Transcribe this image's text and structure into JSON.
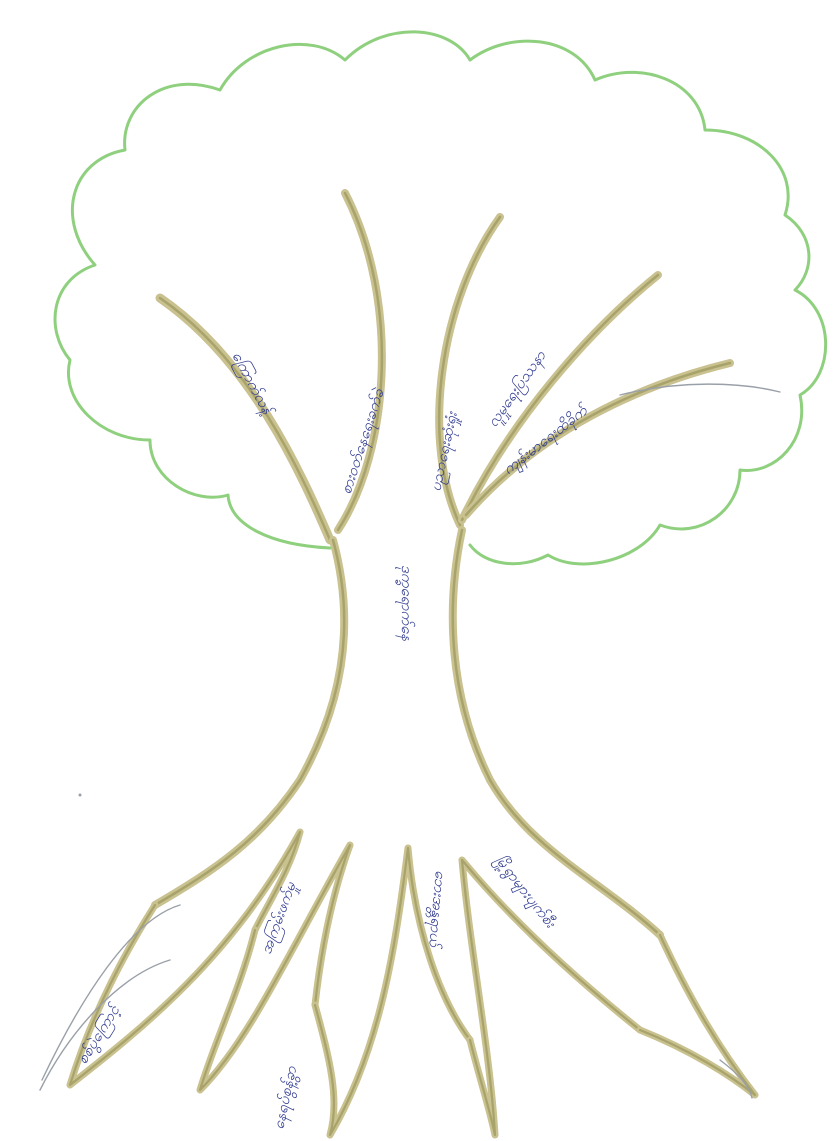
{
  "colors": {
    "canopy_outline": "#8fd07e",
    "trunk_outline": "#a7a36a",
    "trunk_shadow": "#c9c18f",
    "ink": "#2f3a8f",
    "pencil": "#9aa0a8"
  },
  "labels": {
    "trunk": "ဒုက္ခရောက်နေ",
    "branch_1": "ကြောက်လန့်",
    "branch_2": "စားဝတ်နေရေးခက်ခဲ",
    "branch_3": "ပညာရေးဆုံးရှုံး",
    "branch_4": "လူမှုရေးပြဿနာ",
    "branch_5": "ကျန်းမာရေးထိခိုက်",
    "root_1": "စစ်ပွဲကြောင့်",
    "root_2": "အကြမ်းဖက်မှု",
    "root_3": "နေရပ်စွန့်ခွာ",
    "root_4": "ဘေးအန္တရာယ်",
    "root_5": "မြို့ရွာများပျက်စီး"
  }
}
